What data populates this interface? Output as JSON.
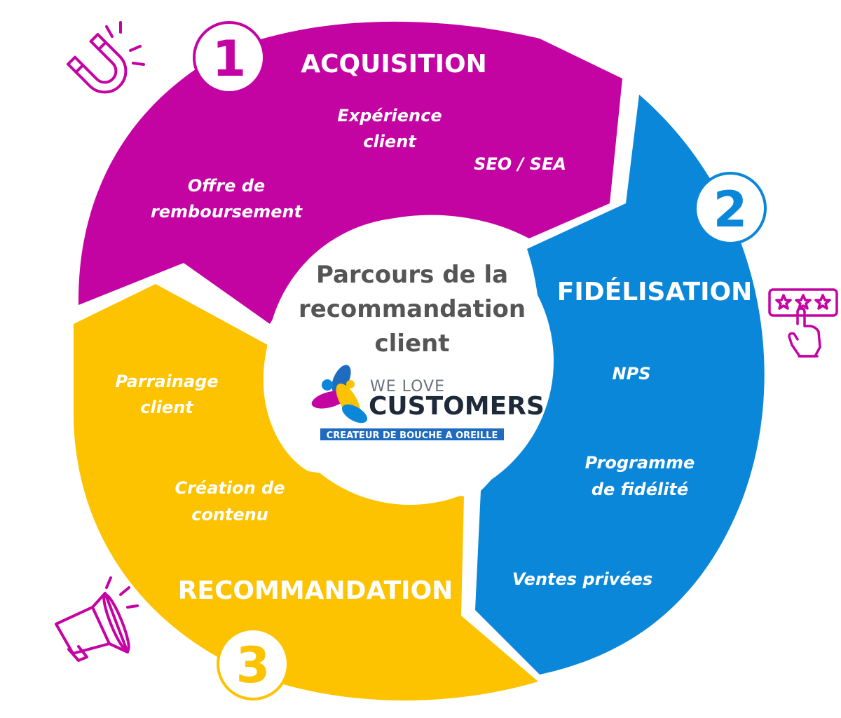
{
  "center": {
    "title_lines": [
      "Parcours de la",
      "recommandation",
      "client"
    ],
    "logo": {
      "top": "WE LOVE",
      "main": "CUSTOMERS",
      "tagline": "CREATEUR DE BOUCHE A OREILLE"
    }
  },
  "stages": [
    {
      "number": "1",
      "title": "ACQUISITION",
      "color": "#C403A3",
      "icon": "magnet-icon",
      "items": [
        [
          "Expérience",
          "client"
        ],
        [
          "SEO / SEA"
        ],
        [
          "Offre de",
          "remboursement"
        ]
      ]
    },
    {
      "number": "2",
      "title": "FIDÉLISATION",
      "color": "#0B87D9",
      "icon": "star-rating-click-icon",
      "items": [
        [
          "NPS"
        ],
        [
          "Programme",
          "de fidélité"
        ],
        [
          "Ventes privées"
        ]
      ]
    },
    {
      "number": "3",
      "title": "RECOMMANDATION",
      "color": "#FDC300",
      "icon": "megaphone-icon",
      "items": [
        [
          "Parrainage",
          "client"
        ],
        [
          "Création de",
          "contenu"
        ]
      ]
    }
  ],
  "colors": {
    "logo_blue": "#1F6BC0",
    "center_text": "#555555",
    "icon": "#C403A3"
  }
}
